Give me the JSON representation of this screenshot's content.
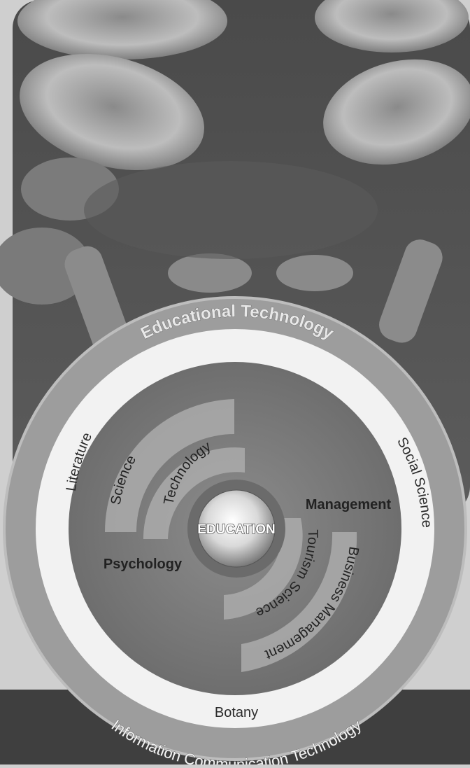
{
  "center_label": "EDUCATION",
  "outer_ring": {
    "top": "Educational Technology",
    "left": "Literature",
    "right": "Social Science",
    "bottom_inner": "Botany",
    "bottom": "Information Communication Technology"
  },
  "inner_arcs": {
    "science": "Science",
    "technology": "Technology",
    "management": "Management",
    "tourism_science": "Tourism Science",
    "business_management": "Business Management",
    "psychology": "Psychology"
  }
}
